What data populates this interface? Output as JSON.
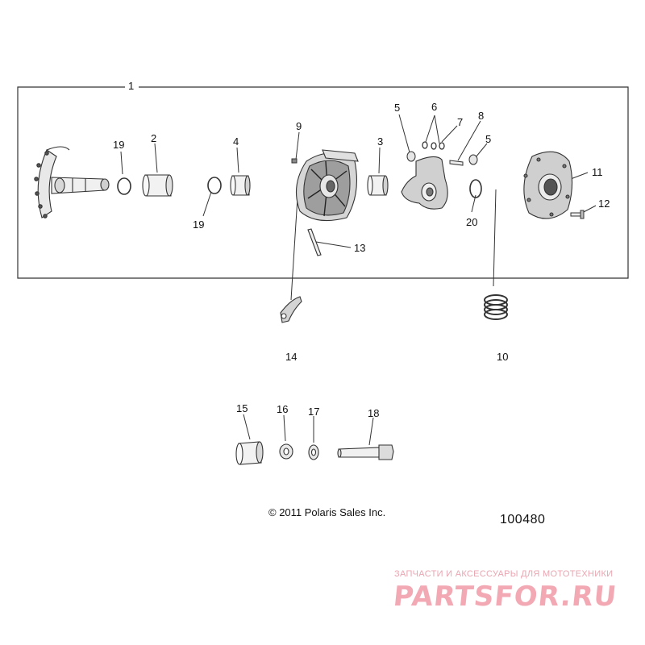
{
  "diagram": {
    "callouts": [
      {
        "id": "callout-1",
        "text": "1"
      },
      {
        "id": "callout-19a",
        "text": "19"
      },
      {
        "id": "callout-2",
        "text": "2"
      },
      {
        "id": "callout-4",
        "text": "4"
      },
      {
        "id": "callout-19b",
        "text": "19"
      },
      {
        "id": "callout-9",
        "text": "9"
      },
      {
        "id": "callout-3",
        "text": "3"
      },
      {
        "id": "callout-5a",
        "text": "5"
      },
      {
        "id": "callout-6",
        "text": "6"
      },
      {
        "id": "callout-7",
        "text": "7"
      },
      {
        "id": "callout-8",
        "text": "8"
      },
      {
        "id": "callout-5b",
        "text": "5"
      },
      {
        "id": "callout-11",
        "text": "11"
      },
      {
        "id": "callout-12",
        "text": "12"
      },
      {
        "id": "callout-20",
        "text": "20"
      },
      {
        "id": "callout-13",
        "text": "13"
      },
      {
        "id": "callout-14",
        "text": "14"
      },
      {
        "id": "callout-10",
        "text": "10"
      },
      {
        "id": "callout-15",
        "text": "15"
      },
      {
        "id": "callout-16",
        "text": "16"
      },
      {
        "id": "callout-17",
        "text": "17"
      },
      {
        "id": "callout-18",
        "text": "18"
      }
    ],
    "copyright": "© 2011 Polaris Sales Inc.",
    "part_number": "100480"
  },
  "watermark": {
    "tagline": "ЗАПЧАСТИ И АКСЕССУАРЫ ДЛЯ МОТОТЕХНИКИ",
    "logo_text": "PARTSFOR.RU",
    "color": "#f3a9b4"
  }
}
